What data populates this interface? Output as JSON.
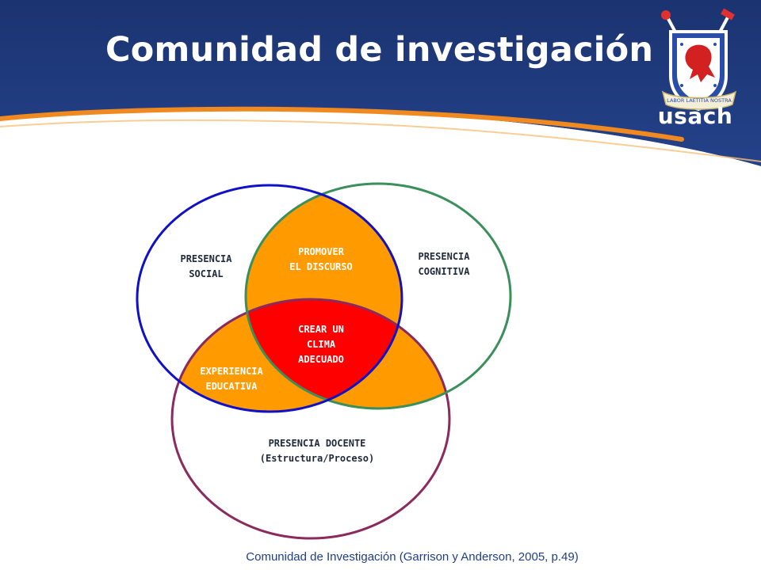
{
  "slide": {
    "title": "Comunidad de investigación",
    "logo": {
      "brand": "usach",
      "motto": "LABOR  LAETITIA  NOSTRA"
    },
    "caption": "Comunidad de Investigación (Garrison y Anderson, 2005, p.49)"
  },
  "diagram": {
    "circles": {
      "social": "PRESENCIA\nSOCIAL",
      "cognitive": "PRESENCIA\nCOGNITIVA",
      "teaching": "PRESENCIA DOCENTE\n(Estructura/Proceso)"
    },
    "intersections": {
      "social_cognitive": "PROMOVER\nEL DISCURSO",
      "social_teaching": "EXPERIENCIA\nEDUCATIVA",
      "center": "CREAR UN\nCLIMA\nADECUADO"
    },
    "colors": {
      "social_stroke": "#1010c8",
      "cognitive_stroke": "#3a8f5a",
      "teaching_stroke": "#8b2a5e",
      "pair_fill": "#ff9a00",
      "center_fill": "#ff0000",
      "header_blue": "#1c3575",
      "accent_orange": "#f08a20"
    }
  }
}
